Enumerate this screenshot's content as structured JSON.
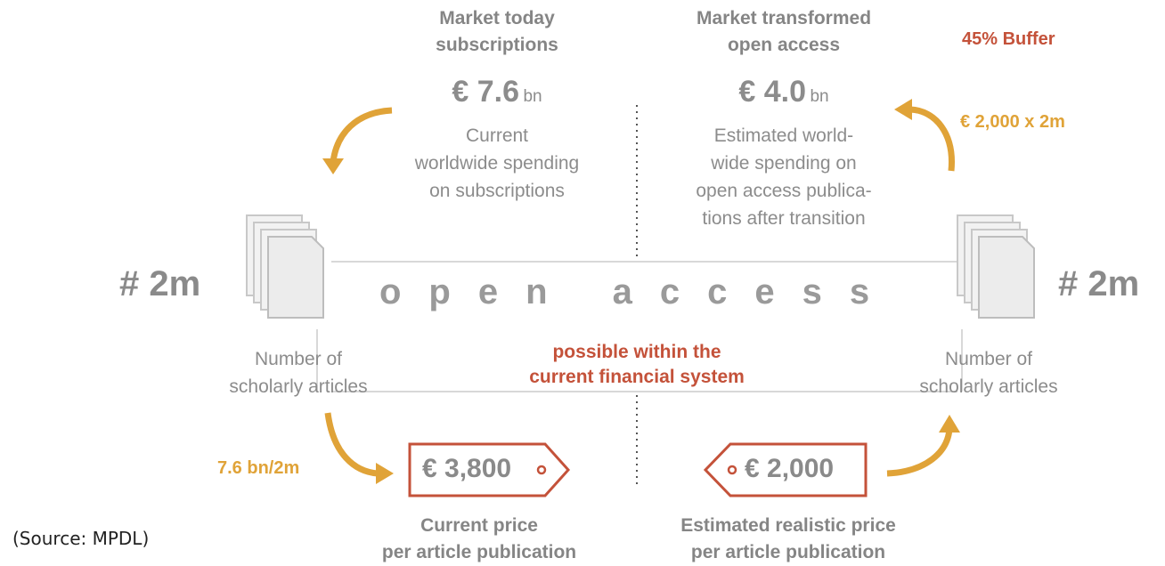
{
  "left": {
    "heading_line1": "Market today",
    "heading_line2": "subscriptions",
    "amount": "€ 7.6",
    "amount_unit": "bn",
    "description": [
      "Current",
      "worldwide spending",
      "on subscriptions"
    ],
    "count": "# 2m",
    "count_label": [
      "Number of",
      "scholarly articles"
    ],
    "calc_label": "7.6 bn/2m",
    "price": "€ 3,800",
    "price_label": [
      "Current price",
      "per article publication"
    ]
  },
  "right": {
    "heading_line1": "Market transformed",
    "heading_line2": "open access",
    "buffer": "45% Buffer",
    "amount": "€ 4.0",
    "amount_unit": "bn",
    "description": [
      "Estimated world-",
      "wide spending on",
      "open access publica-",
      "tions after transition"
    ],
    "calc_label": "€ 2,000 x 2m",
    "count": "# 2m",
    "count_label": [
      "Number of",
      "scholarly articles"
    ],
    "price": "€ 2,000",
    "price_label": [
      "Estimated realistic price",
      "per article publication"
    ]
  },
  "center": {
    "banner": "open access",
    "note": [
      "possible within the",
      "current financial system"
    ]
  },
  "source": "(Source: MPDL)",
  "colors": {
    "accent": "#e0a338",
    "highlight": "#c4523a",
    "text": "#8a8a8a"
  },
  "icons": [
    "document-stack-icon",
    "curved-arrow-icon",
    "price-tag-icon"
  ]
}
